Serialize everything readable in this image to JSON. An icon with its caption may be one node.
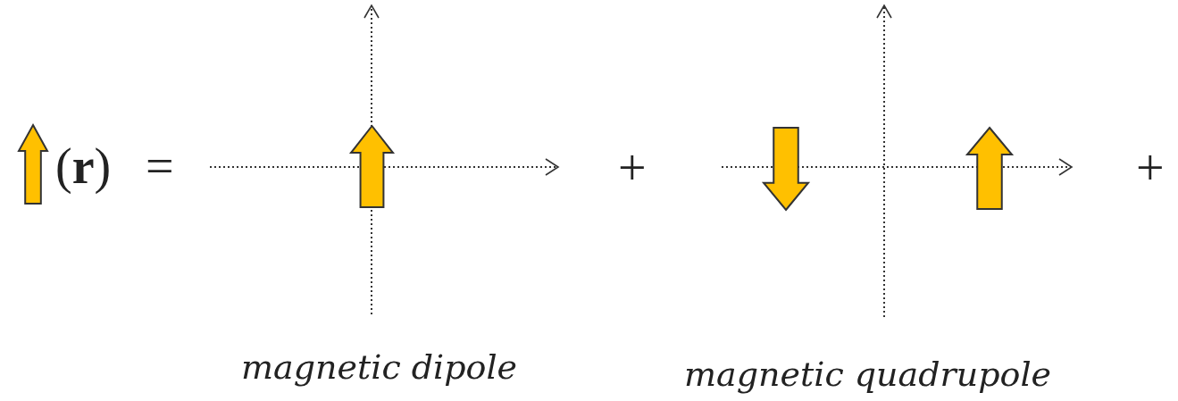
{
  "diagram": {
    "labels": [
      "(**r**)",
      "=",
      "+",
      "+",
      "magnetic dipole",
      "magnetic quadrupole"
    ]
  }
}
